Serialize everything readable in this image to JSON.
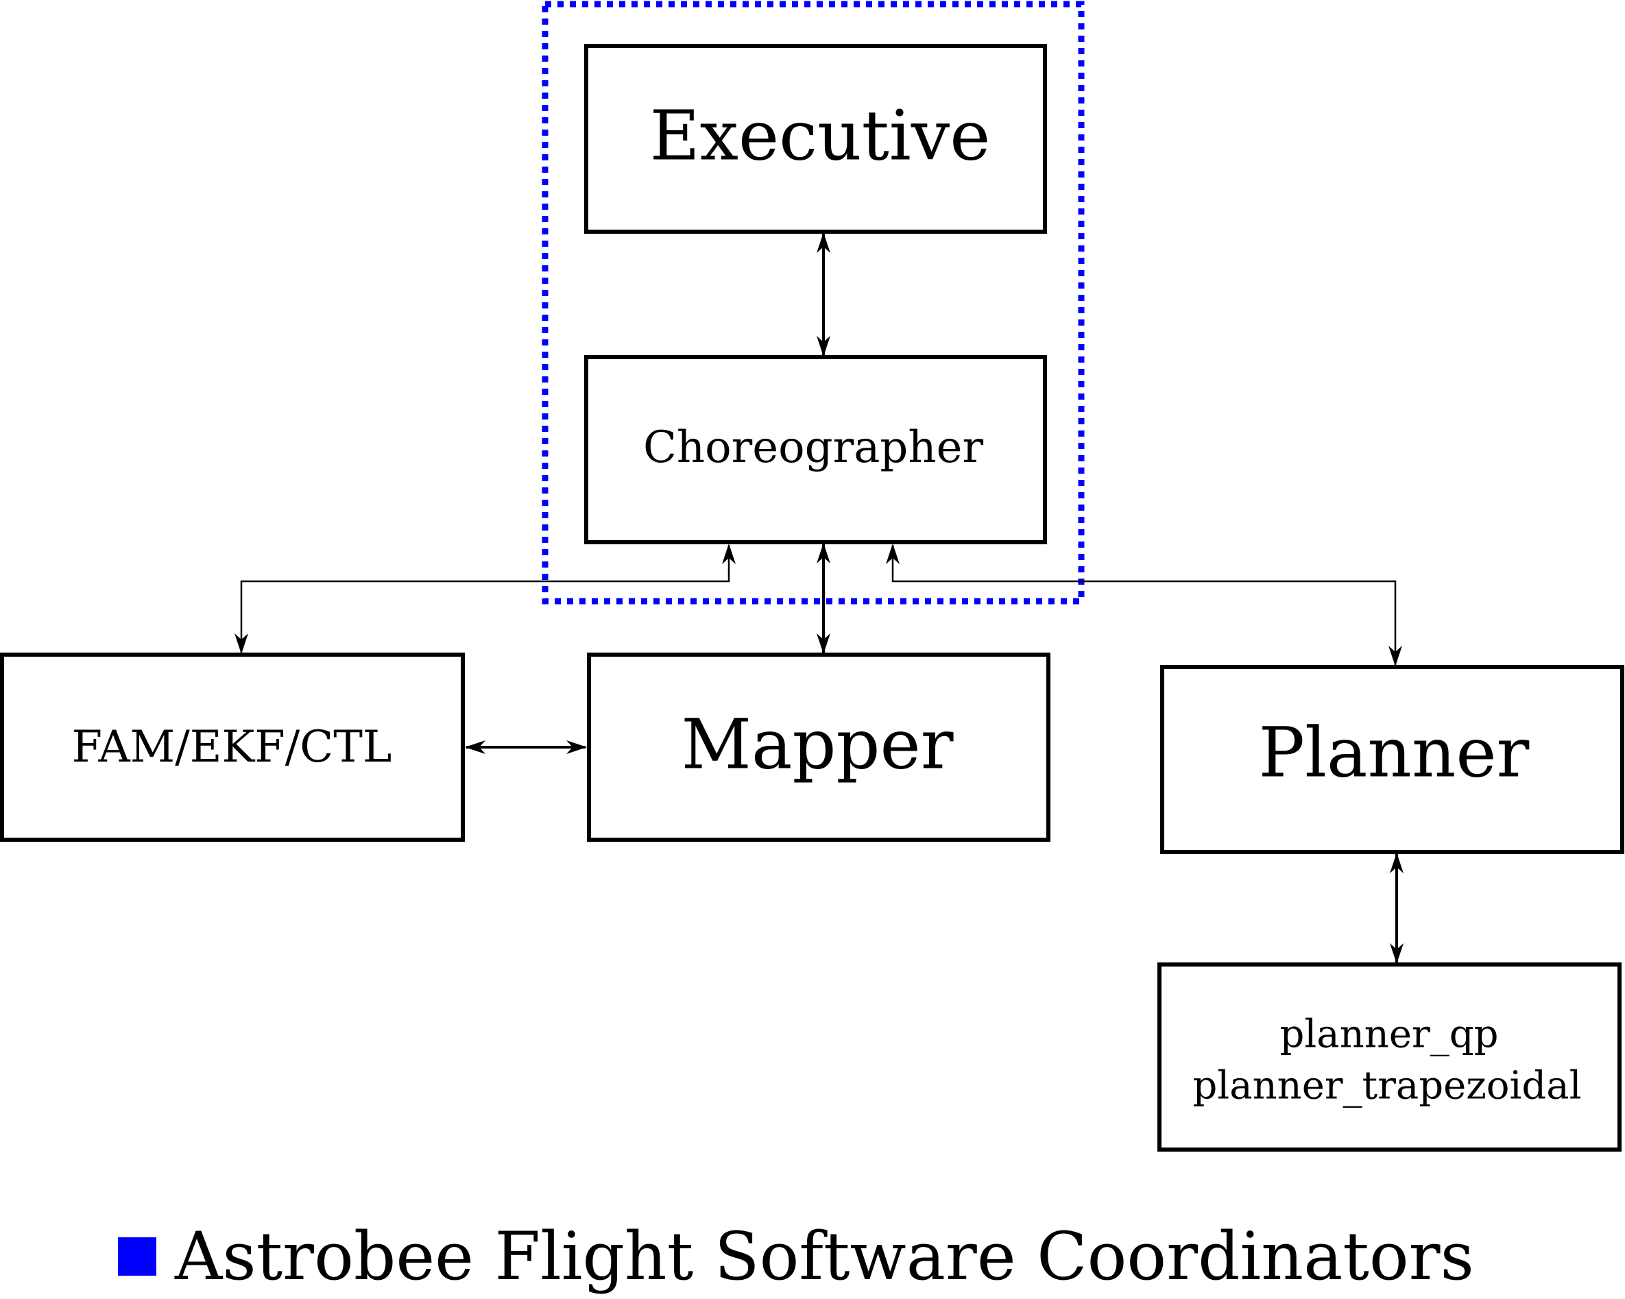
{
  "nodes": {
    "executive": "Executive",
    "choreographer": "Choreographer",
    "fam_ekf_ctl": "FAM/EKF/CTL",
    "mapper": "Mapper",
    "planner": "Planner",
    "planner_qp": "planner_qp",
    "planner_trapezoidal": "planner_trapezoidal"
  },
  "legend": {
    "label": "Astrobee Flight Software Coordinators",
    "color": "#0000ff"
  },
  "colors": {
    "group_outline": "#0000ff",
    "box_stroke": "#000000",
    "arrow": "#000000"
  }
}
